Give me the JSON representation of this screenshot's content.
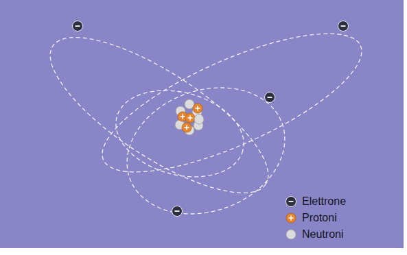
{
  "diagram": {
    "legend": [
      {
        "text": "Elettrone"
      },
      {
        "text": "Protoni"
      },
      {
        "text": "Neutroni"
      }
    ]
  }
}
